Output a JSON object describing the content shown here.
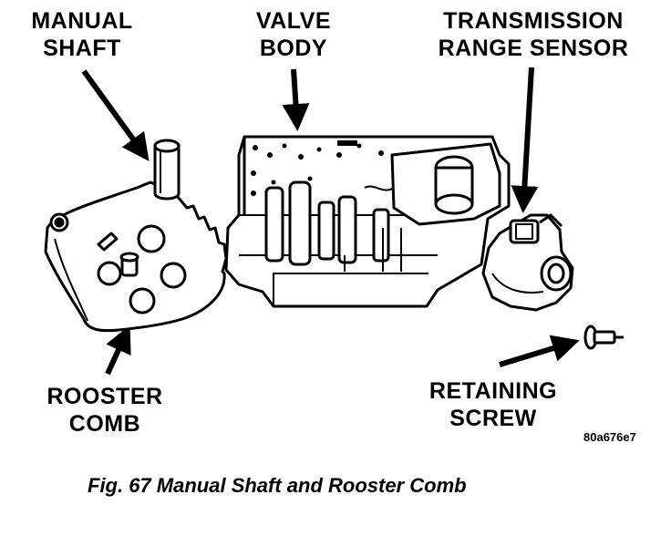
{
  "labels": {
    "manual_shaft": [
      "MANUAL",
      "SHAFT"
    ],
    "valve_body": [
      "VALVE",
      "BODY"
    ],
    "range_sensor": [
      "TRANSMISSION",
      "RANGE SENSOR"
    ],
    "rooster_comb": [
      "ROOSTER",
      "COMB"
    ],
    "retaining_screw": [
      "RETAINING",
      "SCREW"
    ]
  },
  "figure_code": "80a676e7",
  "caption": "Fig. 67 Manual Shaft and Rooster Comb"
}
